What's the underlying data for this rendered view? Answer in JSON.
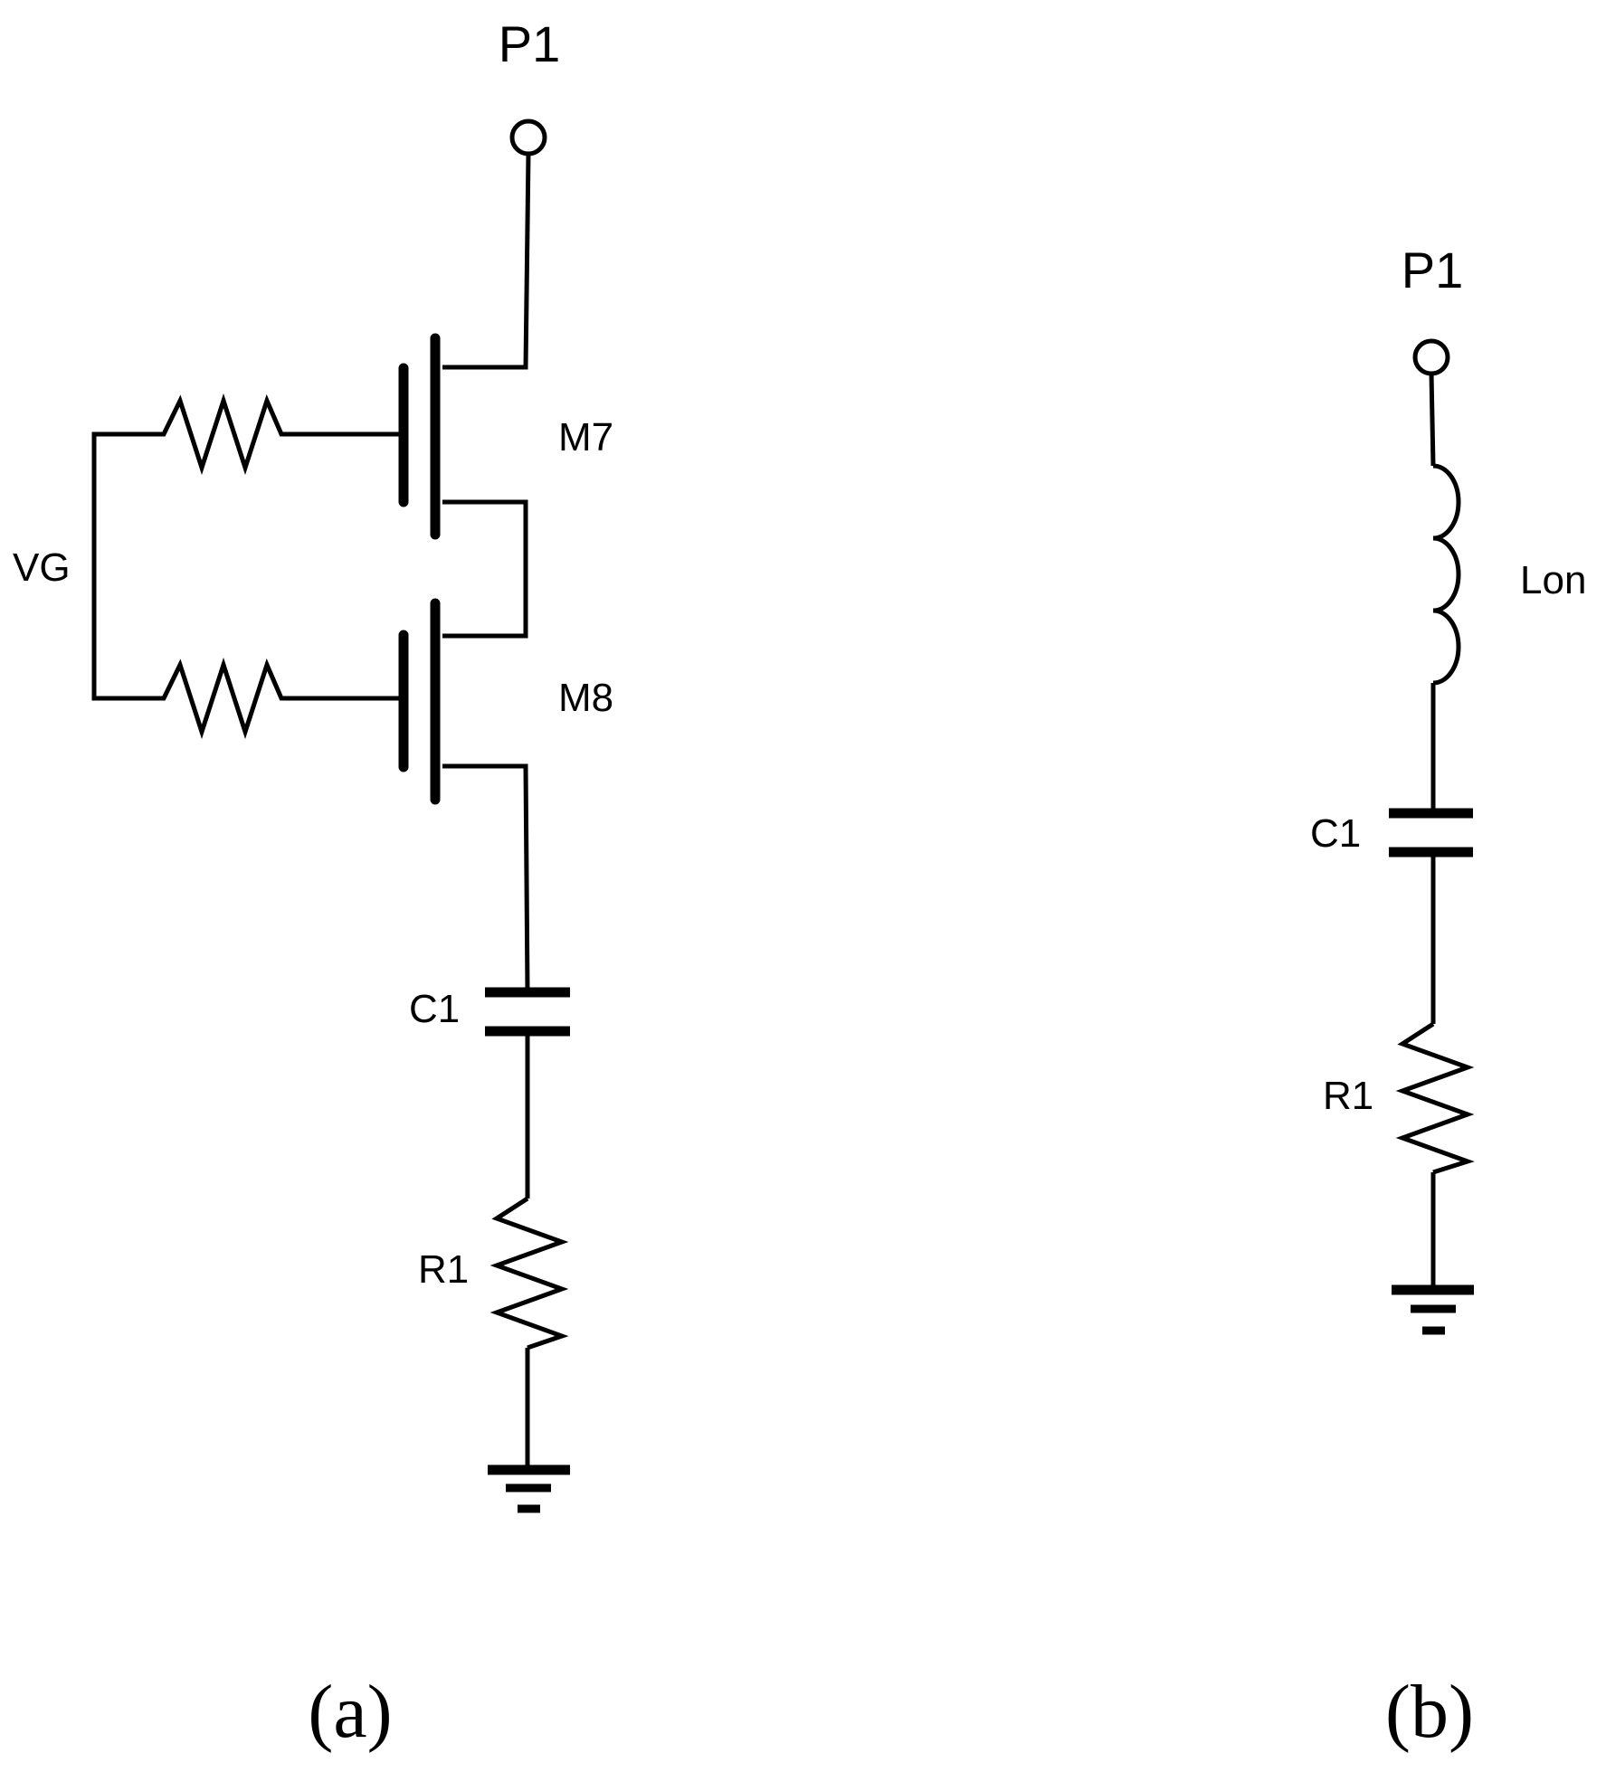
{
  "circuit_a": {
    "port_label": "P1",
    "vg_label": "VG",
    "m7_label": "M7",
    "m8_label": "M8",
    "c1_label": "C1",
    "r1_label": "R1",
    "caption": "(a)"
  },
  "circuit_b": {
    "port_label": "P1",
    "inductor_label": "Lon",
    "c1_label": "C1",
    "r1_label": "R1",
    "caption": "(b)"
  },
  "colors": {
    "stroke": "#000000",
    "background": "#ffffff"
  }
}
